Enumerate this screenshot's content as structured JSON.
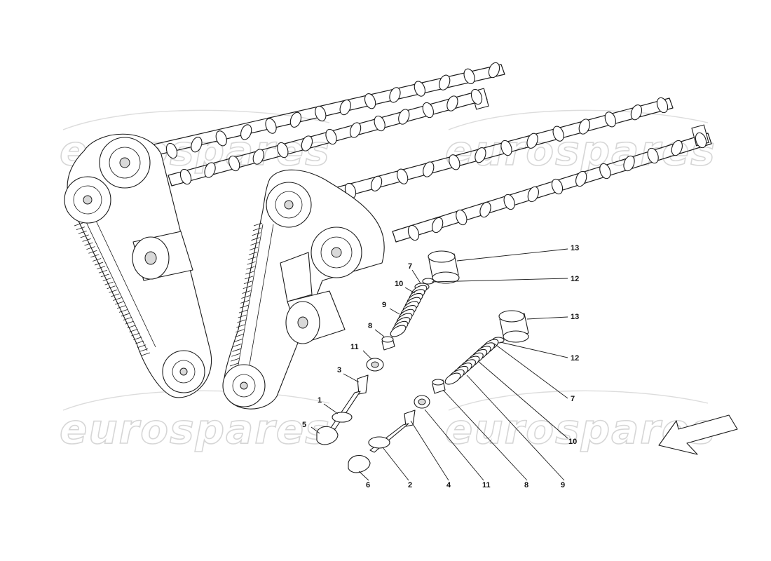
{
  "watermark": {
    "text": "eurospares",
    "color": "#d6d6d6"
  },
  "callouts": [
    {
      "id": "c13a",
      "text": "13"
    },
    {
      "id": "c12a",
      "text": "12"
    },
    {
      "id": "c7a",
      "text": "7"
    },
    {
      "id": "c10a",
      "text": "10"
    },
    {
      "id": "c9a",
      "text": "9"
    },
    {
      "id": "c8a",
      "text": "8"
    },
    {
      "id": "c11a",
      "text": "11"
    },
    {
      "id": "c3",
      "text": "3"
    },
    {
      "id": "c1",
      "text": "1"
    },
    {
      "id": "c5",
      "text": "5"
    },
    {
      "id": "c13b",
      "text": "13"
    },
    {
      "id": "c12b",
      "text": "12"
    },
    {
      "id": "c7b",
      "text": "7"
    },
    {
      "id": "c10b",
      "text": "10"
    },
    {
      "id": "c6",
      "text": "6"
    },
    {
      "id": "c2",
      "text": "2"
    },
    {
      "id": "c4",
      "text": "4"
    },
    {
      "id": "c11b",
      "text": "11"
    },
    {
      "id": "c8b",
      "text": "8"
    },
    {
      "id": "c9b",
      "text": "9"
    }
  ]
}
